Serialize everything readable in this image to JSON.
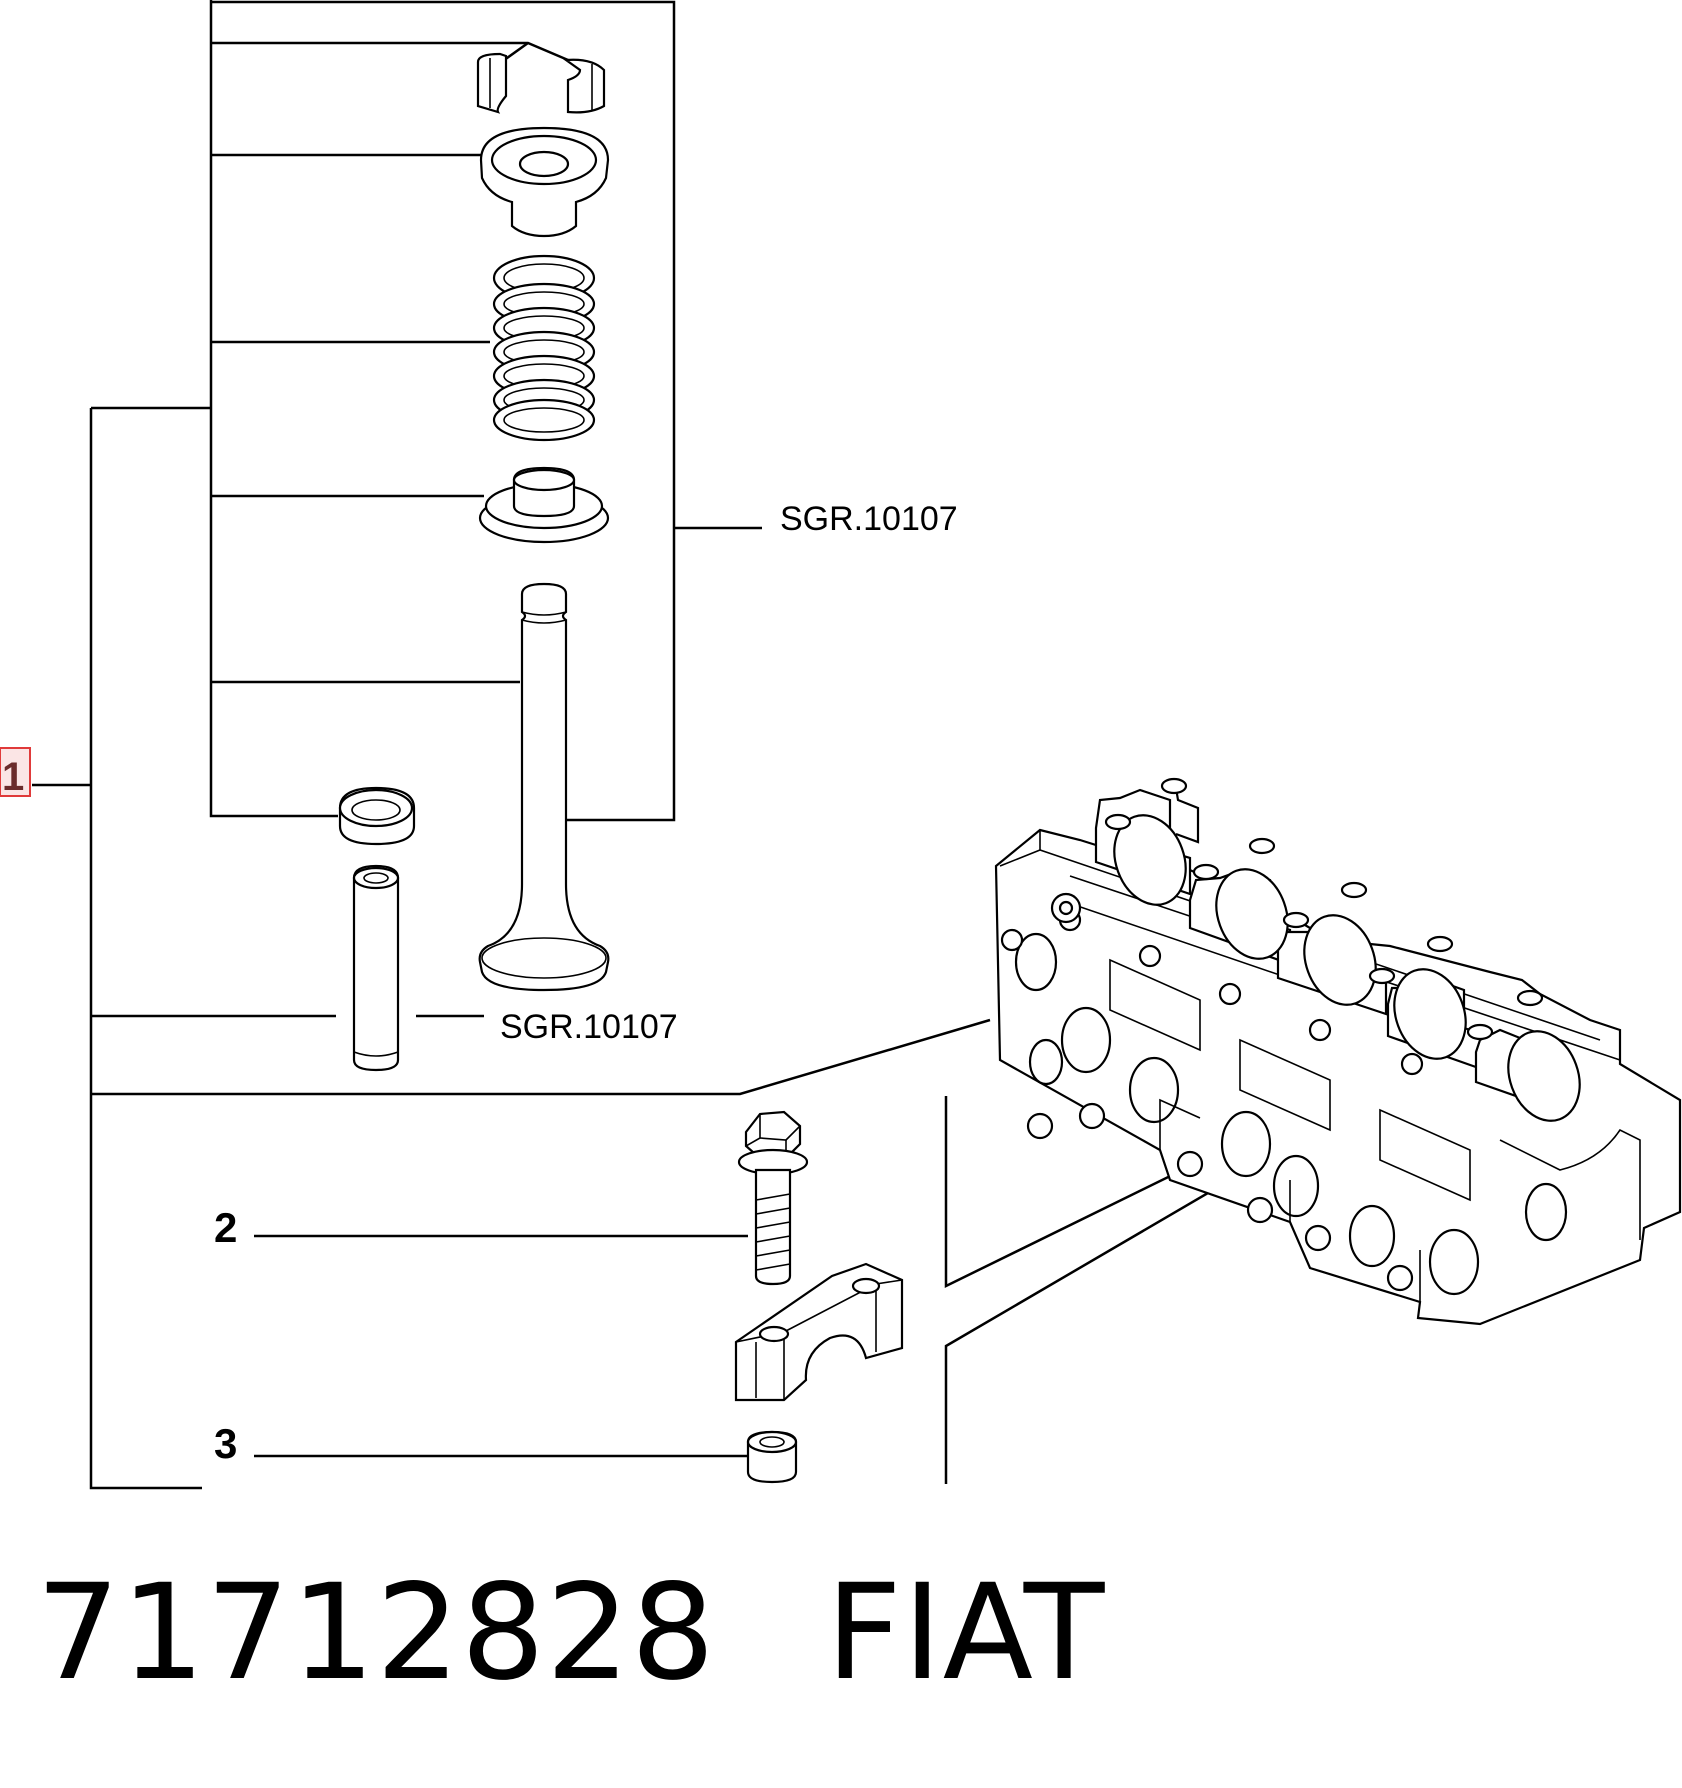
{
  "callouts": {
    "item_1": "1",
    "item_2": "2",
    "item_3": "3"
  },
  "references": {
    "valve_group": "SGR.10107",
    "guide_group": "SGR.10107"
  },
  "footer": {
    "part_number": "71712828",
    "brand": "FIAT"
  },
  "colors": {
    "lines": "#000000",
    "background": "#ffffff",
    "callout_1_box": "#e03a3a"
  }
}
